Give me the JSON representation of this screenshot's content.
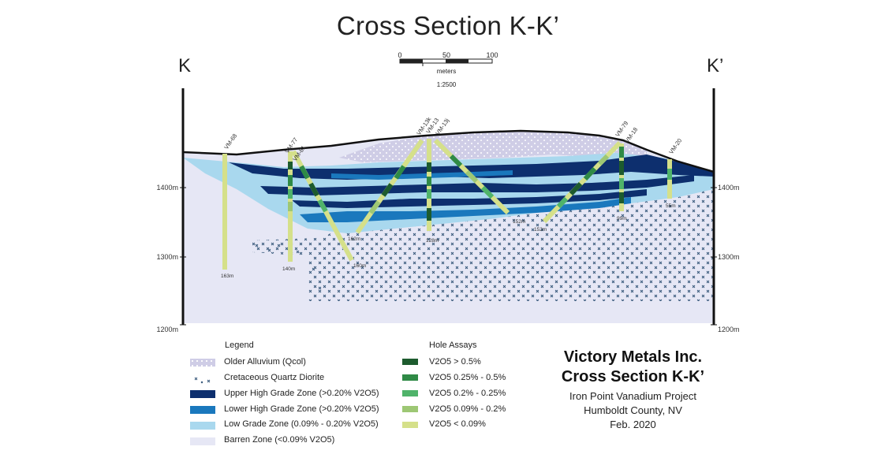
{
  "title": "Cross Section K-K’",
  "left_end_label": "K",
  "right_end_label": "K’",
  "scale_bar": {
    "ticks": [
      "0",
      "50",
      "100"
    ],
    "unit": "meters",
    "ratio": "1:2500"
  },
  "elevations": {
    "left": [
      "1400m",
      "1300m",
      "1200m"
    ],
    "right": [
      "1400m",
      "1300m",
      "1200m"
    ]
  },
  "drill_holes": [
    {
      "name": "VM-68",
      "depth": "163m"
    },
    {
      "name": "VM-77",
      "depth": "140m"
    },
    {
      "name": "VM-81",
      "depth": "160m"
    },
    {
      "name": "VM-13k",
      "depth": "162m"
    },
    {
      "name": "VM-13",
      "depth": "128m"
    },
    {
      "name": "VM-13j",
      "depth": "152m"
    },
    {
      "name": "VM-79",
      "depth": "152m"
    },
    {
      "name": "VM-18",
      "depth": "99m"
    },
    {
      "name": "VM-20",
      "depth": "55m"
    }
  ],
  "legend": {
    "heading": "Legend",
    "items": [
      {
        "label": "Older Alluvium (Qcol)",
        "color": "#c9c8e3"
      },
      {
        "label": "Cretaceous Quartz Diorite",
        "color": "#2c4f73"
      },
      {
        "label": "Upper High Grade Zone (>0.20% V2O5)",
        "color": "#0d2f6e"
      },
      {
        "label": "Lower High Grade Zone (>0.20% V2O5)",
        "color": "#1a78bd"
      },
      {
        "label": "Low Grade Zone (0.09% - 0.20% V2O5)",
        "color": "#a9d8ee"
      },
      {
        "label": "Barren Zone (<0.09% V2O5)",
        "color": "#e6e7f5"
      }
    ]
  },
  "hole_assays": {
    "heading": "Hole Assays",
    "items": [
      {
        "label": "V2O5 > 0.5%",
        "color": "#1d5b2e"
      },
      {
        "label": "V2O5 0.25% - 0.5%",
        "color": "#2f8a46"
      },
      {
        "label": "V2O5 0.2% - 0.25%",
        "color": "#4fb36a"
      },
      {
        "label": "V2O5 0.09% - 0.2%",
        "color": "#9dc774"
      },
      {
        "label": "V2O5 < 0.09%",
        "color": "#d5e08a"
      }
    ]
  },
  "company": {
    "name": "Victory Metals Inc.",
    "subtitle": "Cross Section K-K’",
    "project": "Iron Point Vanadium Project",
    "location": "Humboldt County, NV",
    "date": "Feb. 2020"
  }
}
